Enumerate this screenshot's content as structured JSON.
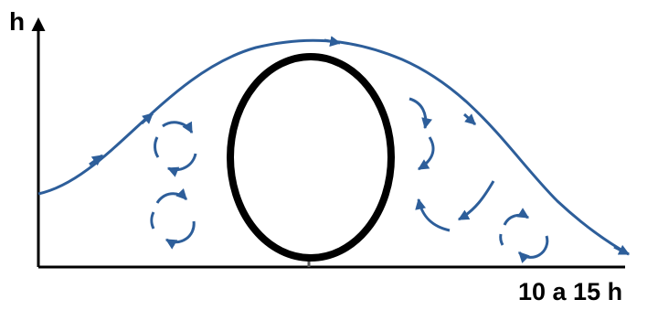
{
  "axes": {
    "y_label": "h",
    "x_label": "10 a 15 h"
  },
  "colors": {
    "axis": "#000000",
    "flow": "#2d5e9a",
    "obstacle": "#000000"
  },
  "icons": {
    "obstacle": "ellipse-obstacle",
    "flow": "streamline-arrows",
    "eddy": "circular-eddy-arrows"
  }
}
